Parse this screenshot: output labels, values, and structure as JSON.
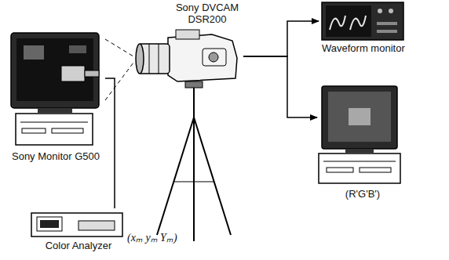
{
  "diagram": {
    "nodes": [
      {
        "text": [
          "Sony Monitor G500"
        ]
      },
      {
        "text": [
          "Sony DVCAM DSR200"
        ]
      },
      {
        "text": [
          "Waveform monitor"
        ]
      },
      {
        "text": [
          "(R'G'B')"
        ]
      },
      {
        "text": [
          "Color Analyzer",
          "(xₘ yₘ Yₘ)"
        ]
      }
    ],
    "edges": [
      {
        "from": 1,
        "to": 2,
        "arrow": "to"
      },
      {
        "from": 1,
        "to": 3,
        "arrow": "to"
      },
      {
        "from": 4,
        "to": 0,
        "arrow": "none"
      },
      {
        "from": 0,
        "to": 1,
        "arrow": "none"
      }
    ]
  }
}
